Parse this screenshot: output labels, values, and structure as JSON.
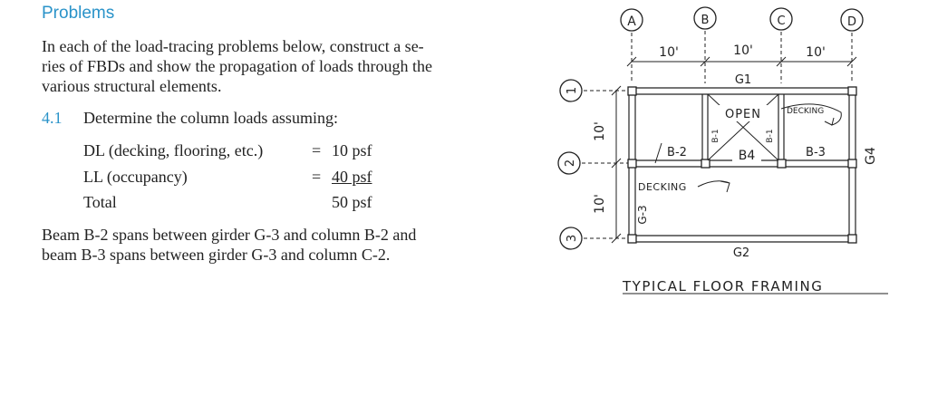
{
  "section_title": "Problems",
  "intro_lines": [
    "In each of the load-tracing problems below, construct a se-",
    "ries of FBDs and show the propagation of loads through the",
    "various structural elements."
  ],
  "problem": {
    "number": "4.1",
    "statement": "Determine the column loads assuming:",
    "loads": [
      {
        "label": "DL (decking, flooring, etc.)",
        "eq": "=",
        "value": "10 psf"
      },
      {
        "label": "LL (occupancy)",
        "eq": "=",
        "value": "40 psf"
      },
      {
        "label": "Total",
        "eq": "",
        "value": "50 psf"
      }
    ],
    "description_lines": [
      "Beam B-2 spans between girder G-3 and column B-2 and",
      "beam B-3 spans between girder G-3 and column C-2."
    ]
  },
  "diagram": {
    "columns": [
      "A",
      "B",
      "C",
      "D"
    ],
    "rows": [
      "1",
      "2",
      "3"
    ],
    "top_dims": [
      "10'",
      "10'",
      "10'"
    ],
    "side_dims": [
      "10'",
      "10'"
    ],
    "labels": {
      "g1": "G1",
      "g2": "G2",
      "g3": "G-3",
      "g4": "G4",
      "b2": "B-2",
      "b3": "B-3",
      "b4": "B4",
      "b1": "B-1",
      "b1b": "B-1",
      "open": "OPEN",
      "decking_left": "DECKING",
      "decking_right": "DECKING"
    },
    "caption": "TYPICAL FLOOR FRAMING"
  }
}
